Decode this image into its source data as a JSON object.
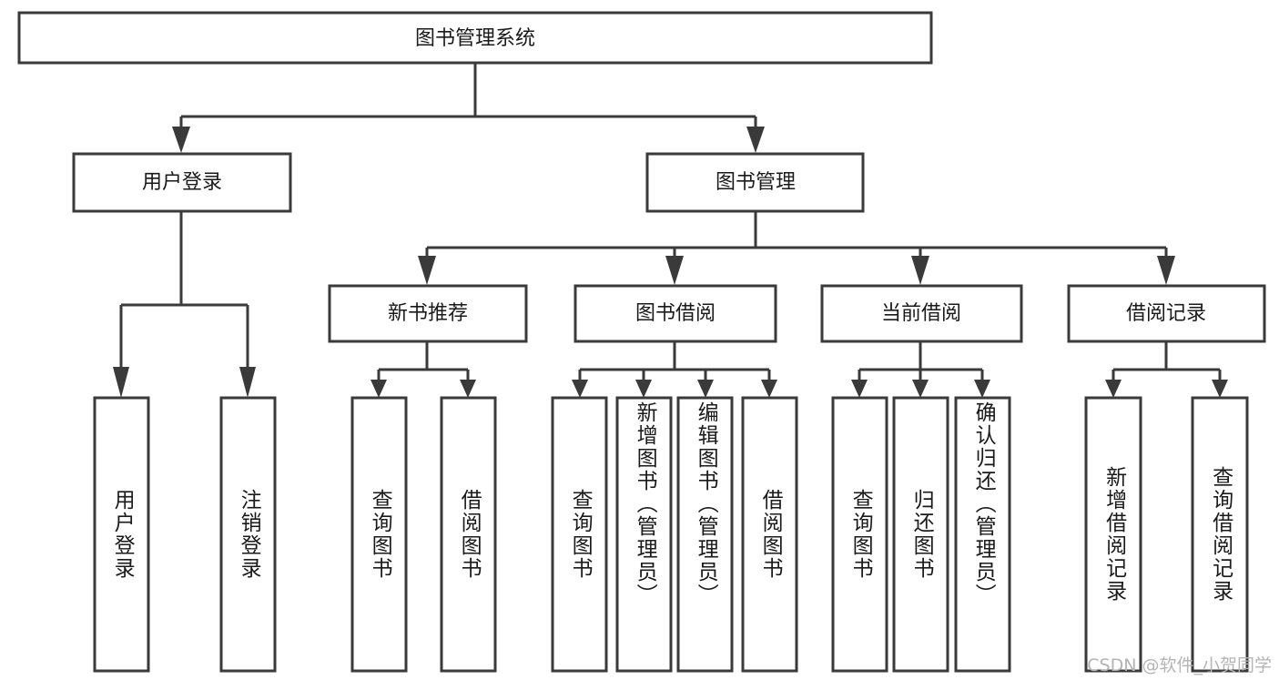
{
  "diagram": {
    "title": "图书管理系统",
    "type": "tree-hierarchy-diagram",
    "colors": {
      "stroke": "#3a3a3a",
      "fill": "#ffffff",
      "text": "#1a1a1a",
      "watermark": "#b4b4b4",
      "background": "#ffffff"
    },
    "root": {
      "label": "图书管理系统"
    },
    "level2": [
      {
        "label": "用户登录"
      },
      {
        "label": "图书管理"
      }
    ],
    "level3": [
      {
        "label": "新书推荐"
      },
      {
        "label": "图书借阅"
      },
      {
        "label": "当前借阅"
      },
      {
        "label": "借阅记录"
      }
    ],
    "leaves": {
      "user_login": [
        {
          "label": "用户登录"
        },
        {
          "label": "注销登录"
        }
      ],
      "new_book_recommend": [
        {
          "label": "查询图书"
        },
        {
          "label": "借阅图书"
        }
      ],
      "book_borrow": [
        {
          "label": "查询图书"
        },
        {
          "label": "新增图书（管理员）"
        },
        {
          "label": "编辑图书（管理员）"
        },
        {
          "label": "借阅图书"
        }
      ],
      "current_borrow": [
        {
          "label": "查询图书"
        },
        {
          "label": "归还图书"
        },
        {
          "label": "确认归还（管理员）"
        }
      ],
      "borrow_records": [
        {
          "label": "新增借阅记录"
        },
        {
          "label": "查询借阅记录"
        }
      ]
    }
  },
  "watermark": {
    "text": "CSDN @软件_小贺同学"
  }
}
